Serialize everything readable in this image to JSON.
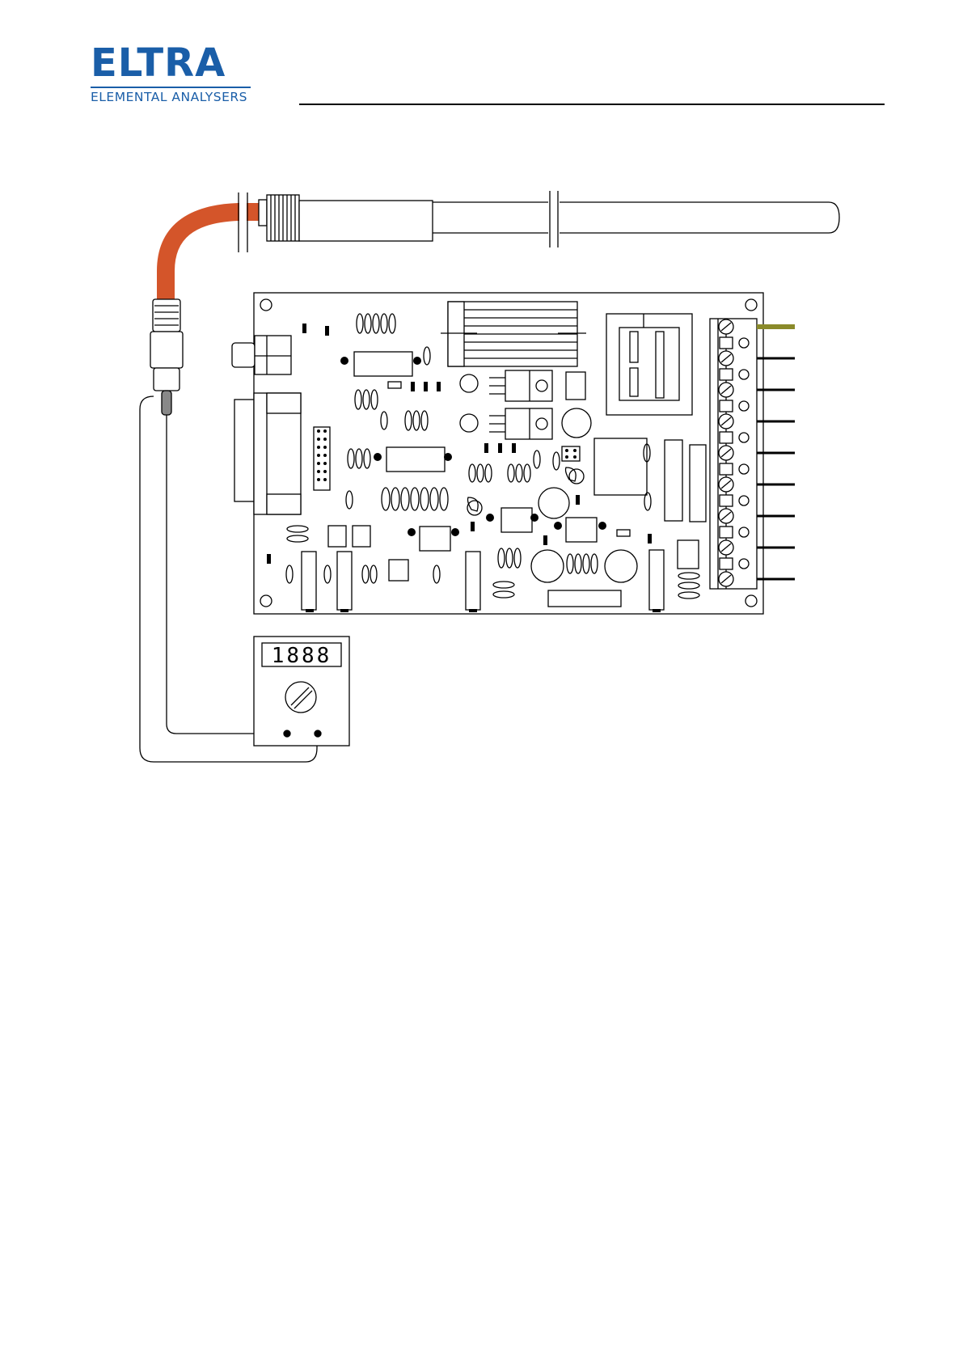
{
  "header": {
    "logo_word": "ELTRA",
    "logo_tagline": "ELEMENTAL ANALYSERS"
  },
  "figure": {
    "meter_display": "1888",
    "cable_color": "#d4552a",
    "terminal_wire_color": "#8a8a2a",
    "brand_color": "#1a5ea8"
  }
}
